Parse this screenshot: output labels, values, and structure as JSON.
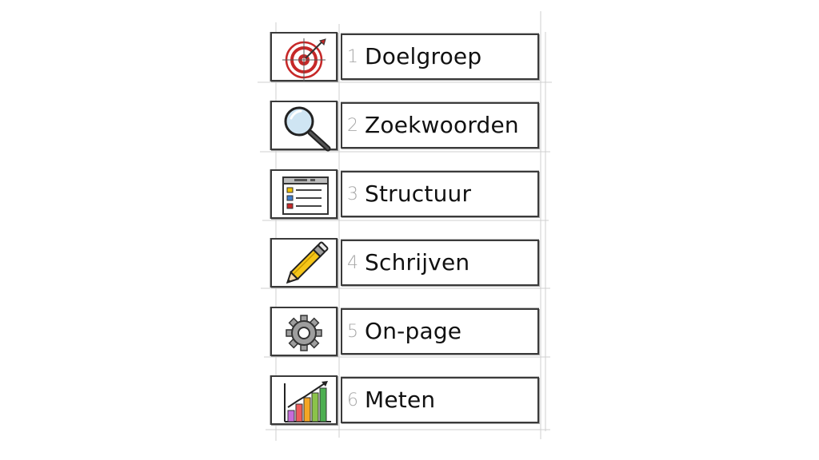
{
  "steps": [
    {
      "number": "1",
      "label": "Doelgroep",
      "icon": "target-icon"
    },
    {
      "number": "2",
      "label": "Zoekwoorden",
      "icon": "magnifier-icon"
    },
    {
      "number": "3",
      "label": "Structuur",
      "icon": "checklist-window-icon"
    },
    {
      "number": "4",
      "label": "Schrijven",
      "icon": "pencil-icon"
    },
    {
      "number": "5",
      "label": "On-page",
      "icon": "gear-icon"
    },
    {
      "number": "6",
      "label": "Meten",
      "icon": "growth-chart-icon"
    }
  ],
  "colors": {
    "line": "#3a3a3a",
    "number": "#a8a8a8",
    "target_red": "#c62828",
    "pencil_yellow": "#f5c518",
    "gear_gray": "#9e9e9e"
  }
}
